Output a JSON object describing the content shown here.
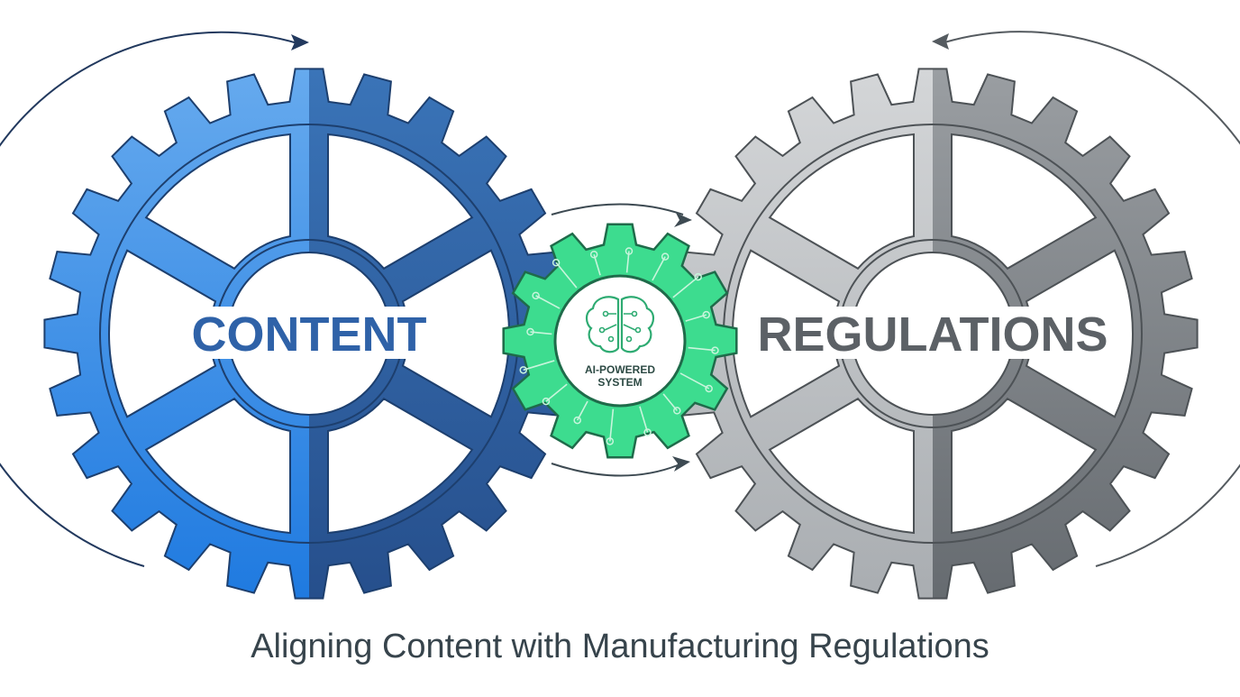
{
  "diagram": {
    "left_gear": {
      "label": "CONTENT",
      "color_light": "#5aa0ea",
      "color_dark": "#2c5fa0",
      "text_color": "#2f62a8",
      "rotation": "clockwise"
    },
    "right_gear": {
      "label": "REGULATIONS",
      "color_light": "#c8cbce",
      "color_dark": "#6f7479",
      "text_color": "#5c6166",
      "rotation": "counter-clockwise"
    },
    "center_gear": {
      "label_line1": "AI-POWERED",
      "label_line2": "SYSTEM",
      "icon": "brain-circuit-icon",
      "color": "#3ddc8f",
      "outline": "#1f6b4a"
    },
    "caption": "Aligning Content with Manufacturing Regulations"
  }
}
